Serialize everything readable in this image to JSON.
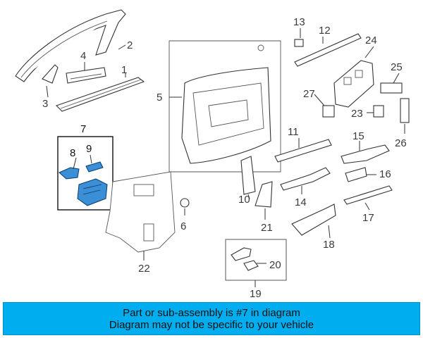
{
  "callouts": {
    "c1": "1",
    "c2": "2",
    "c3": "3",
    "c4": "4",
    "c5": "5",
    "c6": "6",
    "c7": "7",
    "c8": "8",
    "c9": "9",
    "c10": "10",
    "c11": "11",
    "c12": "12",
    "c13": "13",
    "c14": "14",
    "c15": "15",
    "c16": "16",
    "c17": "17",
    "c18": "18",
    "c19": "19",
    "c20": "20",
    "c21": "21",
    "c22": "22",
    "c23": "23",
    "c24": "24",
    "c25": "25",
    "c26": "26",
    "c27": "27"
  },
  "banner": {
    "line1": "Part or sub-assembly is #7 in diagram",
    "line2": "Diagram may not be specific to your vehicle"
  },
  "colors": {
    "banner_bg": "#00aeef",
    "highlight": "#3a8fd6"
  }
}
